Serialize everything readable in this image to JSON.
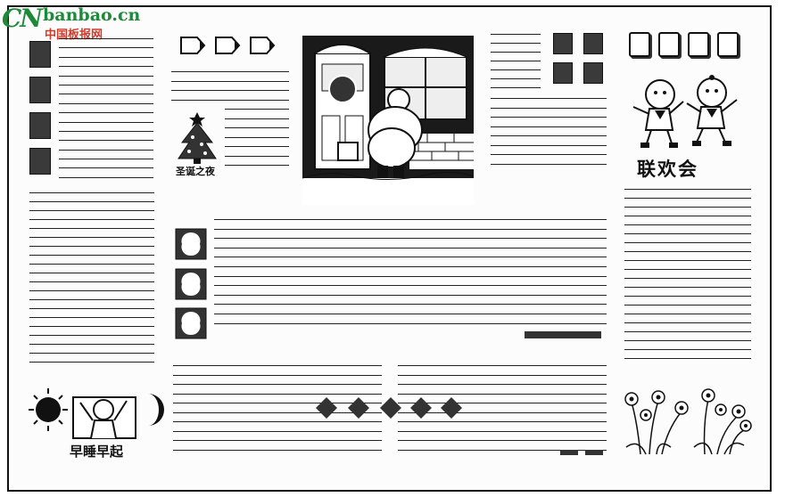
{
  "watermark": {
    "site": "banbao.cn",
    "cn_mark": "CN",
    "sub": "中国板报网"
  },
  "labels": {
    "christmas": "圣诞之夜",
    "party": "联欢会",
    "early": "早睡早起"
  },
  "icons": {
    "tree": "christmas-tree-icon",
    "santa": "santa-illustration",
    "kids": "dancing-kids-illustration",
    "sun": "sun-icon",
    "moon": "moon-icon",
    "baby": "child-waking-illustration",
    "flowers": "narcissus-flowers-illustration"
  },
  "colors": {
    "ink": "#111111",
    "watermark_green": "#1d8a3a",
    "watermark_red": "#d23a2a",
    "watermark_orange": "#e88a1a"
  }
}
